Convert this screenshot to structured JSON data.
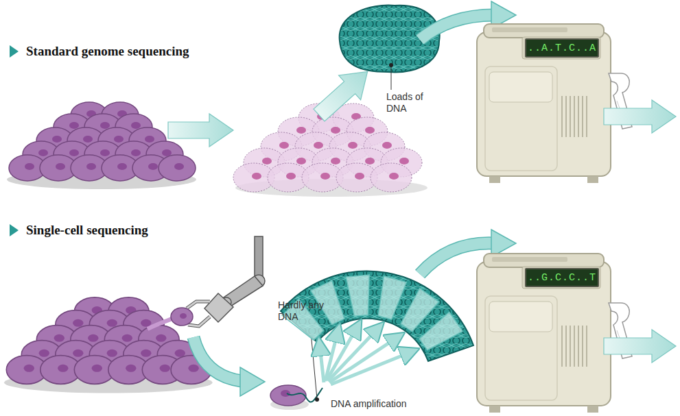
{
  "diagram": {
    "nodes": [
      {
        "text": [
          "..A.T.C..A"
        ]
      },
      {
        "text": [
          "..G.C.C..T"
        ]
      }
    ],
    "labels": [
      "Standard genome sequencing",
      "Loads of DNA",
      "Single-cell sequencing",
      "Hardly any DNA",
      "DNA amplification"
    ]
  }
}
